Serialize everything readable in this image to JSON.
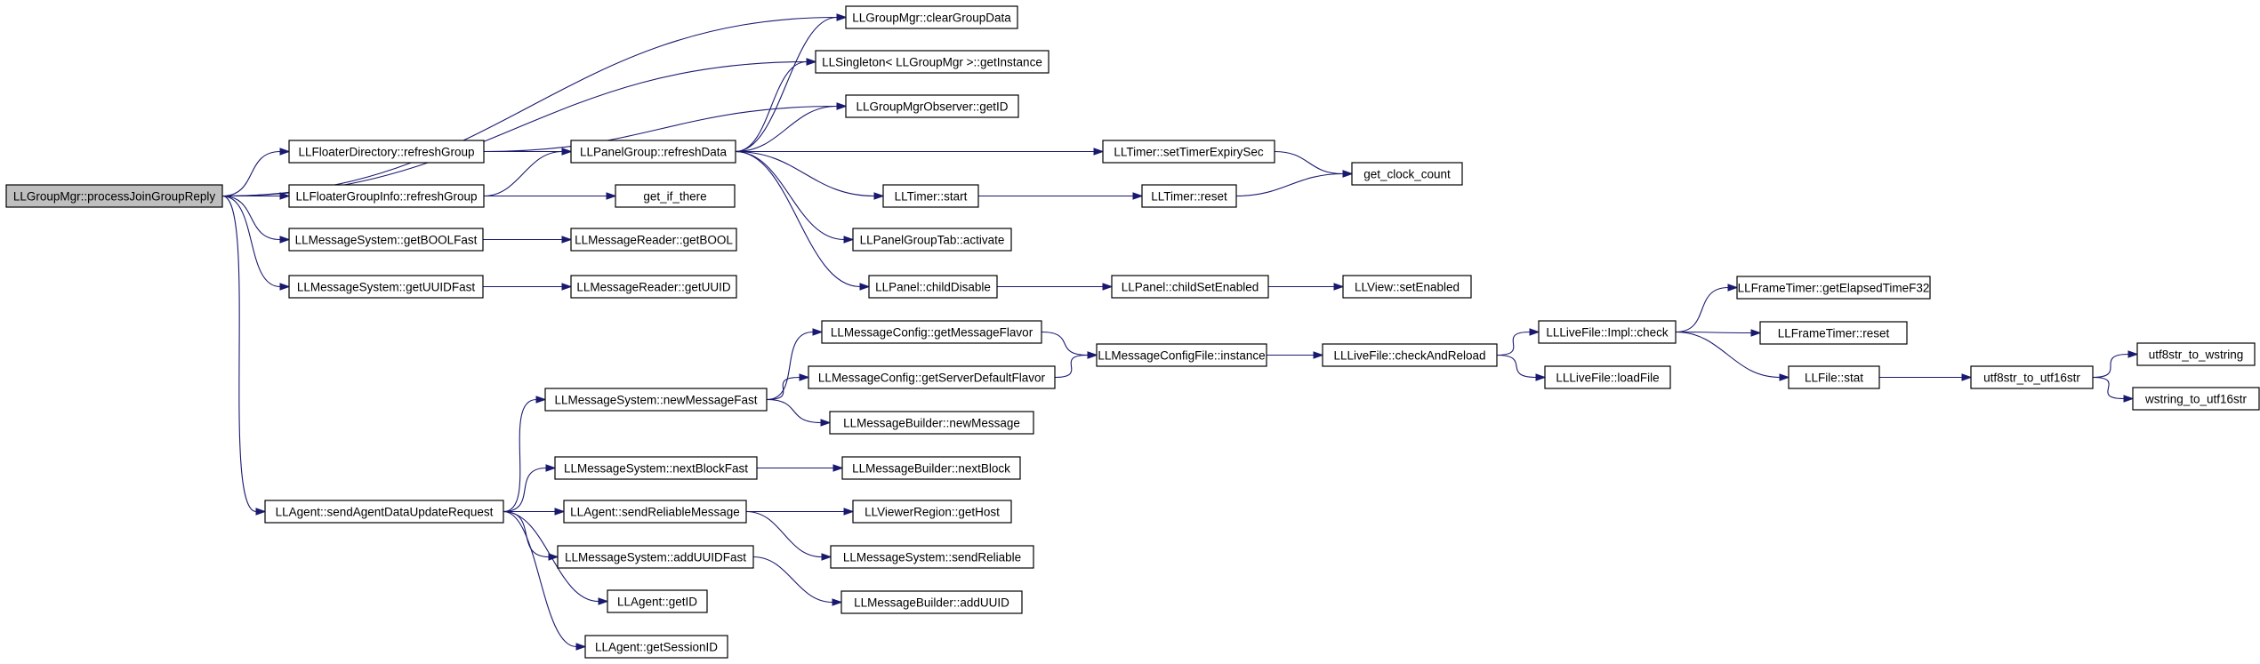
{
  "diagram": {
    "kind": "call-graph",
    "root": "n_root",
    "colors": {
      "edge": "#191970",
      "node_fill": "#ffffff",
      "root_fill": "#bfbfbf",
      "border": "#000000"
    },
    "nodes": [
      {
        "id": "n_root",
        "label": "LLGroupMgr::processJoinGroupReply"
      },
      {
        "id": "n_clear",
        "label": "LLGroupMgr::clearGroupData"
      },
      {
        "id": "n_singleton",
        "label": "LLSingleton< LLGroupMgr >::getInstance"
      },
      {
        "id": "n_obsid",
        "label": "LLGroupMgrObserver::getID"
      },
      {
        "id": "n_fdref",
        "label": "LLFloaterDirectory::refreshGroup"
      },
      {
        "id": "n_pgref",
        "label": "LLPanelGroup::refreshData"
      },
      {
        "id": "n_settimer",
        "label": "LLTimer::setTimerExpirySec"
      },
      {
        "id": "n_clock",
        "label": "get_clock_count"
      },
      {
        "id": "n_fgiref",
        "label": "LLFloaterGroupInfo::refreshGroup"
      },
      {
        "id": "n_getif",
        "label": "get_if_there"
      },
      {
        "id": "n_tstart",
        "label": "LLTimer::start"
      },
      {
        "id": "n_treset",
        "label": "LLTimer::reset"
      },
      {
        "id": "n_pgtab",
        "label": "LLPanelGroupTab::activate"
      },
      {
        "id": "n_getbool",
        "label": "LLMessageSystem::getBOOLFast"
      },
      {
        "id": "n_readbool",
        "label": "LLMessageReader::getBOOL"
      },
      {
        "id": "n_pdisable",
        "label": "LLPanel::childDisable"
      },
      {
        "id": "n_psetenabled",
        "label": "LLPanel::childSetEnabled"
      },
      {
        "id": "n_vsetenabled",
        "label": "LLView::setEnabled"
      },
      {
        "id": "n_getuuid",
        "label": "LLMessageSystem::getUUIDFast"
      },
      {
        "id": "n_readuuid",
        "label": "LLMessageReader::getUUID"
      },
      {
        "id": "n_flavor",
        "label": "LLMessageConfig::getMessageFlavor"
      },
      {
        "id": "n_cfginst",
        "label": "LLMessageConfigFile::instance"
      },
      {
        "id": "n_checkreload",
        "label": "LLLiveFile::checkAndReload"
      },
      {
        "id": "n_implcheck",
        "label": "LLLiveFile::Impl::check"
      },
      {
        "id": "n_elapsed",
        "label": "LLFrameTimer::getElapsedTimeF32"
      },
      {
        "id": "n_ftreset",
        "label": "LLFrameTimer::reset"
      },
      {
        "id": "n_srvflavor",
        "label": "LLMessageConfig::getServerDefaultFlavor"
      },
      {
        "id": "n_newfast",
        "label": "LLMessageSystem::newMessageFast"
      },
      {
        "id": "n_loadfile",
        "label": "LLLiveFile::loadFile"
      },
      {
        "id": "n_fstat",
        "label": "LLFile::stat"
      },
      {
        "id": "n_u8u16",
        "label": "utf8str_to_utf16str"
      },
      {
        "id": "n_u8w",
        "label": "utf8str_to_wstring"
      },
      {
        "id": "n_wsu16",
        "label": "wstring_to_utf16str"
      },
      {
        "id": "n_newmsg",
        "label": "LLMessageBuilder::newMessage"
      },
      {
        "id": "n_nbfast",
        "label": "LLMessageSystem::nextBlockFast"
      },
      {
        "id": "n_nextblock",
        "label": "LLMessageBuilder::nextBlock"
      },
      {
        "id": "n_sendupd",
        "label": "LLAgent::sendAgentDataUpdateRequest"
      },
      {
        "id": "n_sendrel",
        "label": "LLAgent::sendReliableMessage"
      },
      {
        "id": "n_gethost",
        "label": "LLViewerRegion::getHost"
      },
      {
        "id": "n_addfast",
        "label": "LLMessageSystem::addUUIDFast"
      },
      {
        "id": "n_msrel",
        "label": "LLMessageSystem::sendReliable"
      },
      {
        "id": "n_agentid",
        "label": "LLAgent::getID"
      },
      {
        "id": "n_adduuid",
        "label": "LLMessageBuilder::addUUID"
      },
      {
        "id": "n_sessid",
        "label": "LLAgent::getSessionID"
      }
    ],
    "edges": [
      [
        "n_root",
        "n_clear"
      ],
      [
        "n_root",
        "n_singleton"
      ],
      [
        "n_root",
        "n_fdref"
      ],
      [
        "n_root",
        "n_fgiref"
      ],
      [
        "n_root",
        "n_getbool"
      ],
      [
        "n_root",
        "n_getuuid"
      ],
      [
        "n_root",
        "n_sendupd"
      ],
      [
        "n_fdref",
        "n_pgref"
      ],
      [
        "n_fdref",
        "n_obsid"
      ],
      [
        "n_fgiref",
        "n_pgref"
      ],
      [
        "n_fgiref",
        "n_getif"
      ],
      [
        "n_pgref",
        "n_clear"
      ],
      [
        "n_pgref",
        "n_singleton"
      ],
      [
        "n_pgref",
        "n_obsid"
      ],
      [
        "n_pgref",
        "n_settimer"
      ],
      [
        "n_pgref",
        "n_tstart"
      ],
      [
        "n_pgref",
        "n_pgtab"
      ],
      [
        "n_pgref",
        "n_pdisable"
      ],
      [
        "n_settimer",
        "n_clock"
      ],
      [
        "n_tstart",
        "n_treset"
      ],
      [
        "n_treset",
        "n_clock"
      ],
      [
        "n_pdisable",
        "n_psetenabled"
      ],
      [
        "n_psetenabled",
        "n_vsetenabled"
      ],
      [
        "n_getbool",
        "n_readbool"
      ],
      [
        "n_getuuid",
        "n_readuuid"
      ],
      [
        "n_sendupd",
        "n_newfast"
      ],
      [
        "n_sendupd",
        "n_nbfast"
      ],
      [
        "n_sendupd",
        "n_sendrel"
      ],
      [
        "n_sendupd",
        "n_addfast"
      ],
      [
        "n_sendupd",
        "n_agentid"
      ],
      [
        "n_sendupd",
        "n_sessid"
      ],
      [
        "n_newfast",
        "n_flavor"
      ],
      [
        "n_newfast",
        "n_srvflavor"
      ],
      [
        "n_newfast",
        "n_newmsg"
      ],
      [
        "n_flavor",
        "n_cfginst"
      ],
      [
        "n_srvflavor",
        "n_cfginst"
      ],
      [
        "n_cfginst",
        "n_checkreload"
      ],
      [
        "n_checkreload",
        "n_implcheck"
      ],
      [
        "n_checkreload",
        "n_loadfile"
      ],
      [
        "n_implcheck",
        "n_elapsed"
      ],
      [
        "n_implcheck",
        "n_ftreset"
      ],
      [
        "n_implcheck",
        "n_fstat"
      ],
      [
        "n_fstat",
        "n_u8u16"
      ],
      [
        "n_u8u16",
        "n_u8w"
      ],
      [
        "n_u8u16",
        "n_wsu16"
      ],
      [
        "n_nbfast",
        "n_nextblock"
      ],
      [
        "n_sendrel",
        "n_gethost"
      ],
      [
        "n_sendrel",
        "n_msrel"
      ],
      [
        "n_addfast",
        "n_adduuid"
      ]
    ]
  }
}
